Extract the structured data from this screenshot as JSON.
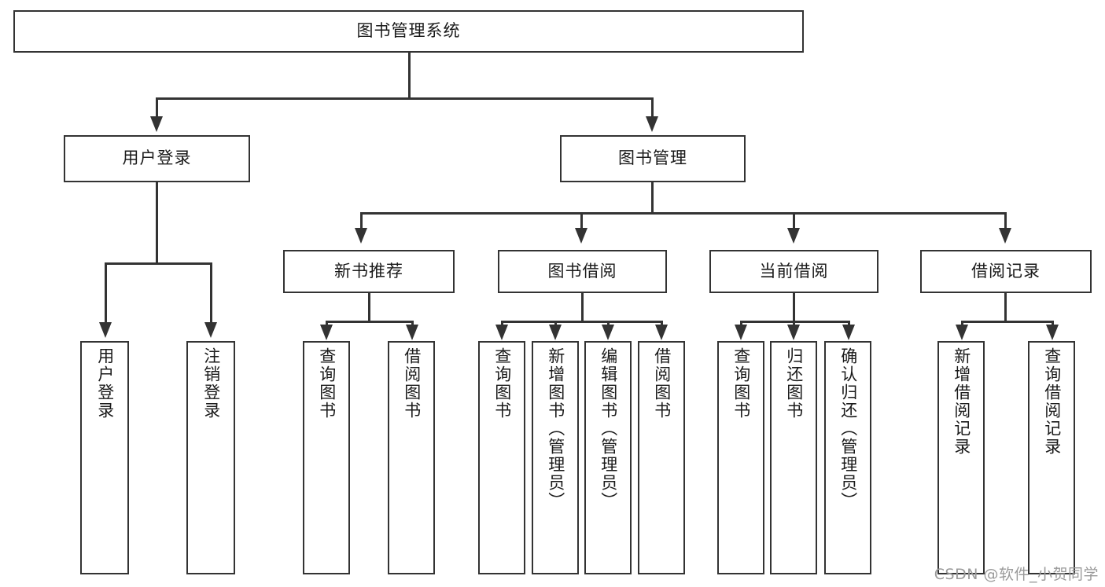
{
  "diagram": {
    "type": "tree",
    "title": "图书管理系统",
    "watermark": "CSDN @软件_小贺同学",
    "colors": {
      "background": "#ffffff",
      "box_border": "#333333",
      "box_fill": "#ffffff",
      "connector": "#333333",
      "text": "#1a1a1a",
      "watermark": "#9a9a9a"
    },
    "root": {
      "label": "图书管理系统"
    },
    "level2": [
      {
        "label": "用户登录"
      },
      {
        "label": "图书管理"
      }
    ],
    "level3": [
      {
        "label": "新书推荐"
      },
      {
        "label": "图书借阅"
      },
      {
        "label": "当前借阅"
      },
      {
        "label": "借阅记录"
      }
    ],
    "leaves": {
      "user_login": [
        {
          "label": "用户登录"
        },
        {
          "label": "注销登录"
        }
      ],
      "new_book": [
        {
          "label": "查询图书"
        },
        {
          "label": "借阅图书"
        }
      ],
      "book_borrow": [
        {
          "label": "查询图书"
        },
        {
          "label": "新增图书（管理员）"
        },
        {
          "label": "编辑图书（管理员）"
        },
        {
          "label": "借阅图书"
        }
      ],
      "current_borrow": [
        {
          "label": "查询图书"
        },
        {
          "label": "归还图书"
        },
        {
          "label": "确认归还（管理员）"
        }
      ],
      "borrow_record": [
        {
          "label": "新增借阅记录"
        },
        {
          "label": "查询借阅记录"
        }
      ]
    }
  }
}
